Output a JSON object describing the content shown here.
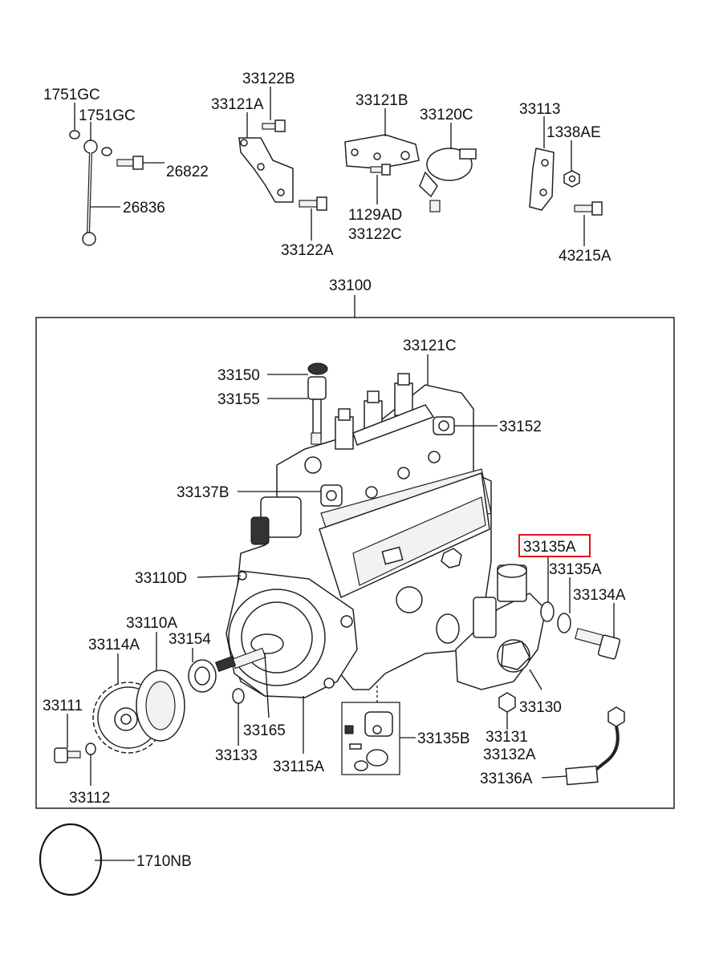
{
  "diagram": {
    "assembly_label": "33100",
    "labels": {
      "l_1751GC_a": "1751GC",
      "l_1751GC_b": "1751GC",
      "l_26822": "26822",
      "l_26836": "26836",
      "l_33122B": "33122B",
      "l_33121A": "33121A",
      "l_33122A": "33122A",
      "l_33121B": "33121B",
      "l_33120C": "33120C",
      "l_1129AD": "1129AD",
      "l_33122C": "33122C",
      "l_33113": "33113",
      "l_1338AE": "1338AE",
      "l_43215A": "43215A",
      "l_33121C": "33121C",
      "l_33150": "33150",
      "l_33155": "33155",
      "l_33152": "33152",
      "l_33137B": "33137B",
      "l_33135A_hl": "33135A",
      "l_33135A": "33135A",
      "l_33134A": "33134A",
      "l_33110D": "33110D",
      "l_33110A": "33110A",
      "l_33114A": "33114A",
      "l_33154": "33154",
      "l_33111": "33111",
      "l_33112": "33112",
      "l_33165": "33165",
      "l_33133": "33133",
      "l_33115A": "33115A",
      "l_33135B": "33135B",
      "l_33130": "33130",
      "l_33131": "33131",
      "l_33132A": "33132A",
      "l_33136A": "33136A",
      "l_1710NB": "1710NB"
    },
    "highlight_color": "#e0141e"
  }
}
